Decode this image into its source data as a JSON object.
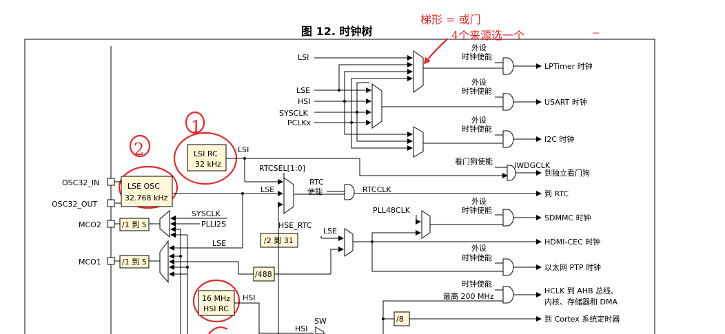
{
  "title": "图 12. 时钟树",
  "annotations": {
    "line1": "梯形 = 或门",
    "line2": "4个来源选一个",
    "num1": "1",
    "num2": "2"
  },
  "pins": {
    "osc32_in": "OSC32_IN",
    "osc32_out": "OSC32_OUT",
    "mco2": "MCO2",
    "mco1": "MCO1"
  },
  "blocks": {
    "lsi_rc_1": "LSI RC",
    "lsi_rc_2": "32 kHz",
    "lse_osc_1": "LSE OSC",
    "lse_osc_2": "32.768 kHz",
    "hsi_rc_1": "16 MHz",
    "hsi_rc_2": "HSI RC",
    "div_mco2": "/1 到 5",
    "div_mco1": "/1 到 5",
    "div_rtc": "/2 到 31",
    "div_488": "/488",
    "div_8": "/8"
  },
  "signals": {
    "lsi_top": "LSI",
    "lse": "LSE",
    "hsi": "HSI",
    "sysclk": "SYSCLK",
    "pclkx": "PCLKx",
    "lsi_mid": "LSI",
    "rtcsel": "RTCSEL[1:0]",
    "lse_mid": "LSE",
    "rtc_en_1": "RTC",
    "rtc_en_2": "使能",
    "rtcclk": "RTCCLK",
    "sysclk_mco": "SYSCLK",
    "plli2s": "PLLI2S",
    "lse_low": "LSE",
    "hse_rtc": "HSE_RTC",
    "pll48clk": "PLL48CLK",
    "lse_hdmi": "LSE",
    "hsi_low": "HSI",
    "hsi_bottom": "HSI",
    "sw": "SW"
  },
  "enables": {
    "lptim_1": "外设",
    "lptim_2": "时钟使能",
    "usart_1": "外设",
    "usart_2": "时钟使能",
    "i2c_1": "外设",
    "i2c_2": "时钟使能",
    "wdg": "看门狗使能",
    "sdmmc_1": "外设",
    "sdmmc_2": "时钟使能",
    "eth_1": "外设",
    "eth_2": "时钟使能",
    "hclk_1": "时钟使能",
    "hclk_2": "最高 200 MHz"
  },
  "outputs": {
    "lptimer": "LPTimer 时钟",
    "usart": "USART 时钟",
    "i2c": "I2C 时钟",
    "iwdgclk": "IWDGCLK",
    "iwdg_dest": "到独立看门狗",
    "rtc": "到 RTC",
    "sdmmc": "SDMMC 时钟",
    "hdmi": "HDMI-CEC 时钟",
    "eth": "以太网 PTP 时钟",
    "hclk_1": "HCLK 到 AHB 总线、",
    "hclk_2": "内核、存储器和 DMA",
    "cortex": "到 Cortex 系统定时器"
  },
  "colors": {
    "annotation_red": "#e8262a",
    "block_fill": "#fff7d6"
  }
}
